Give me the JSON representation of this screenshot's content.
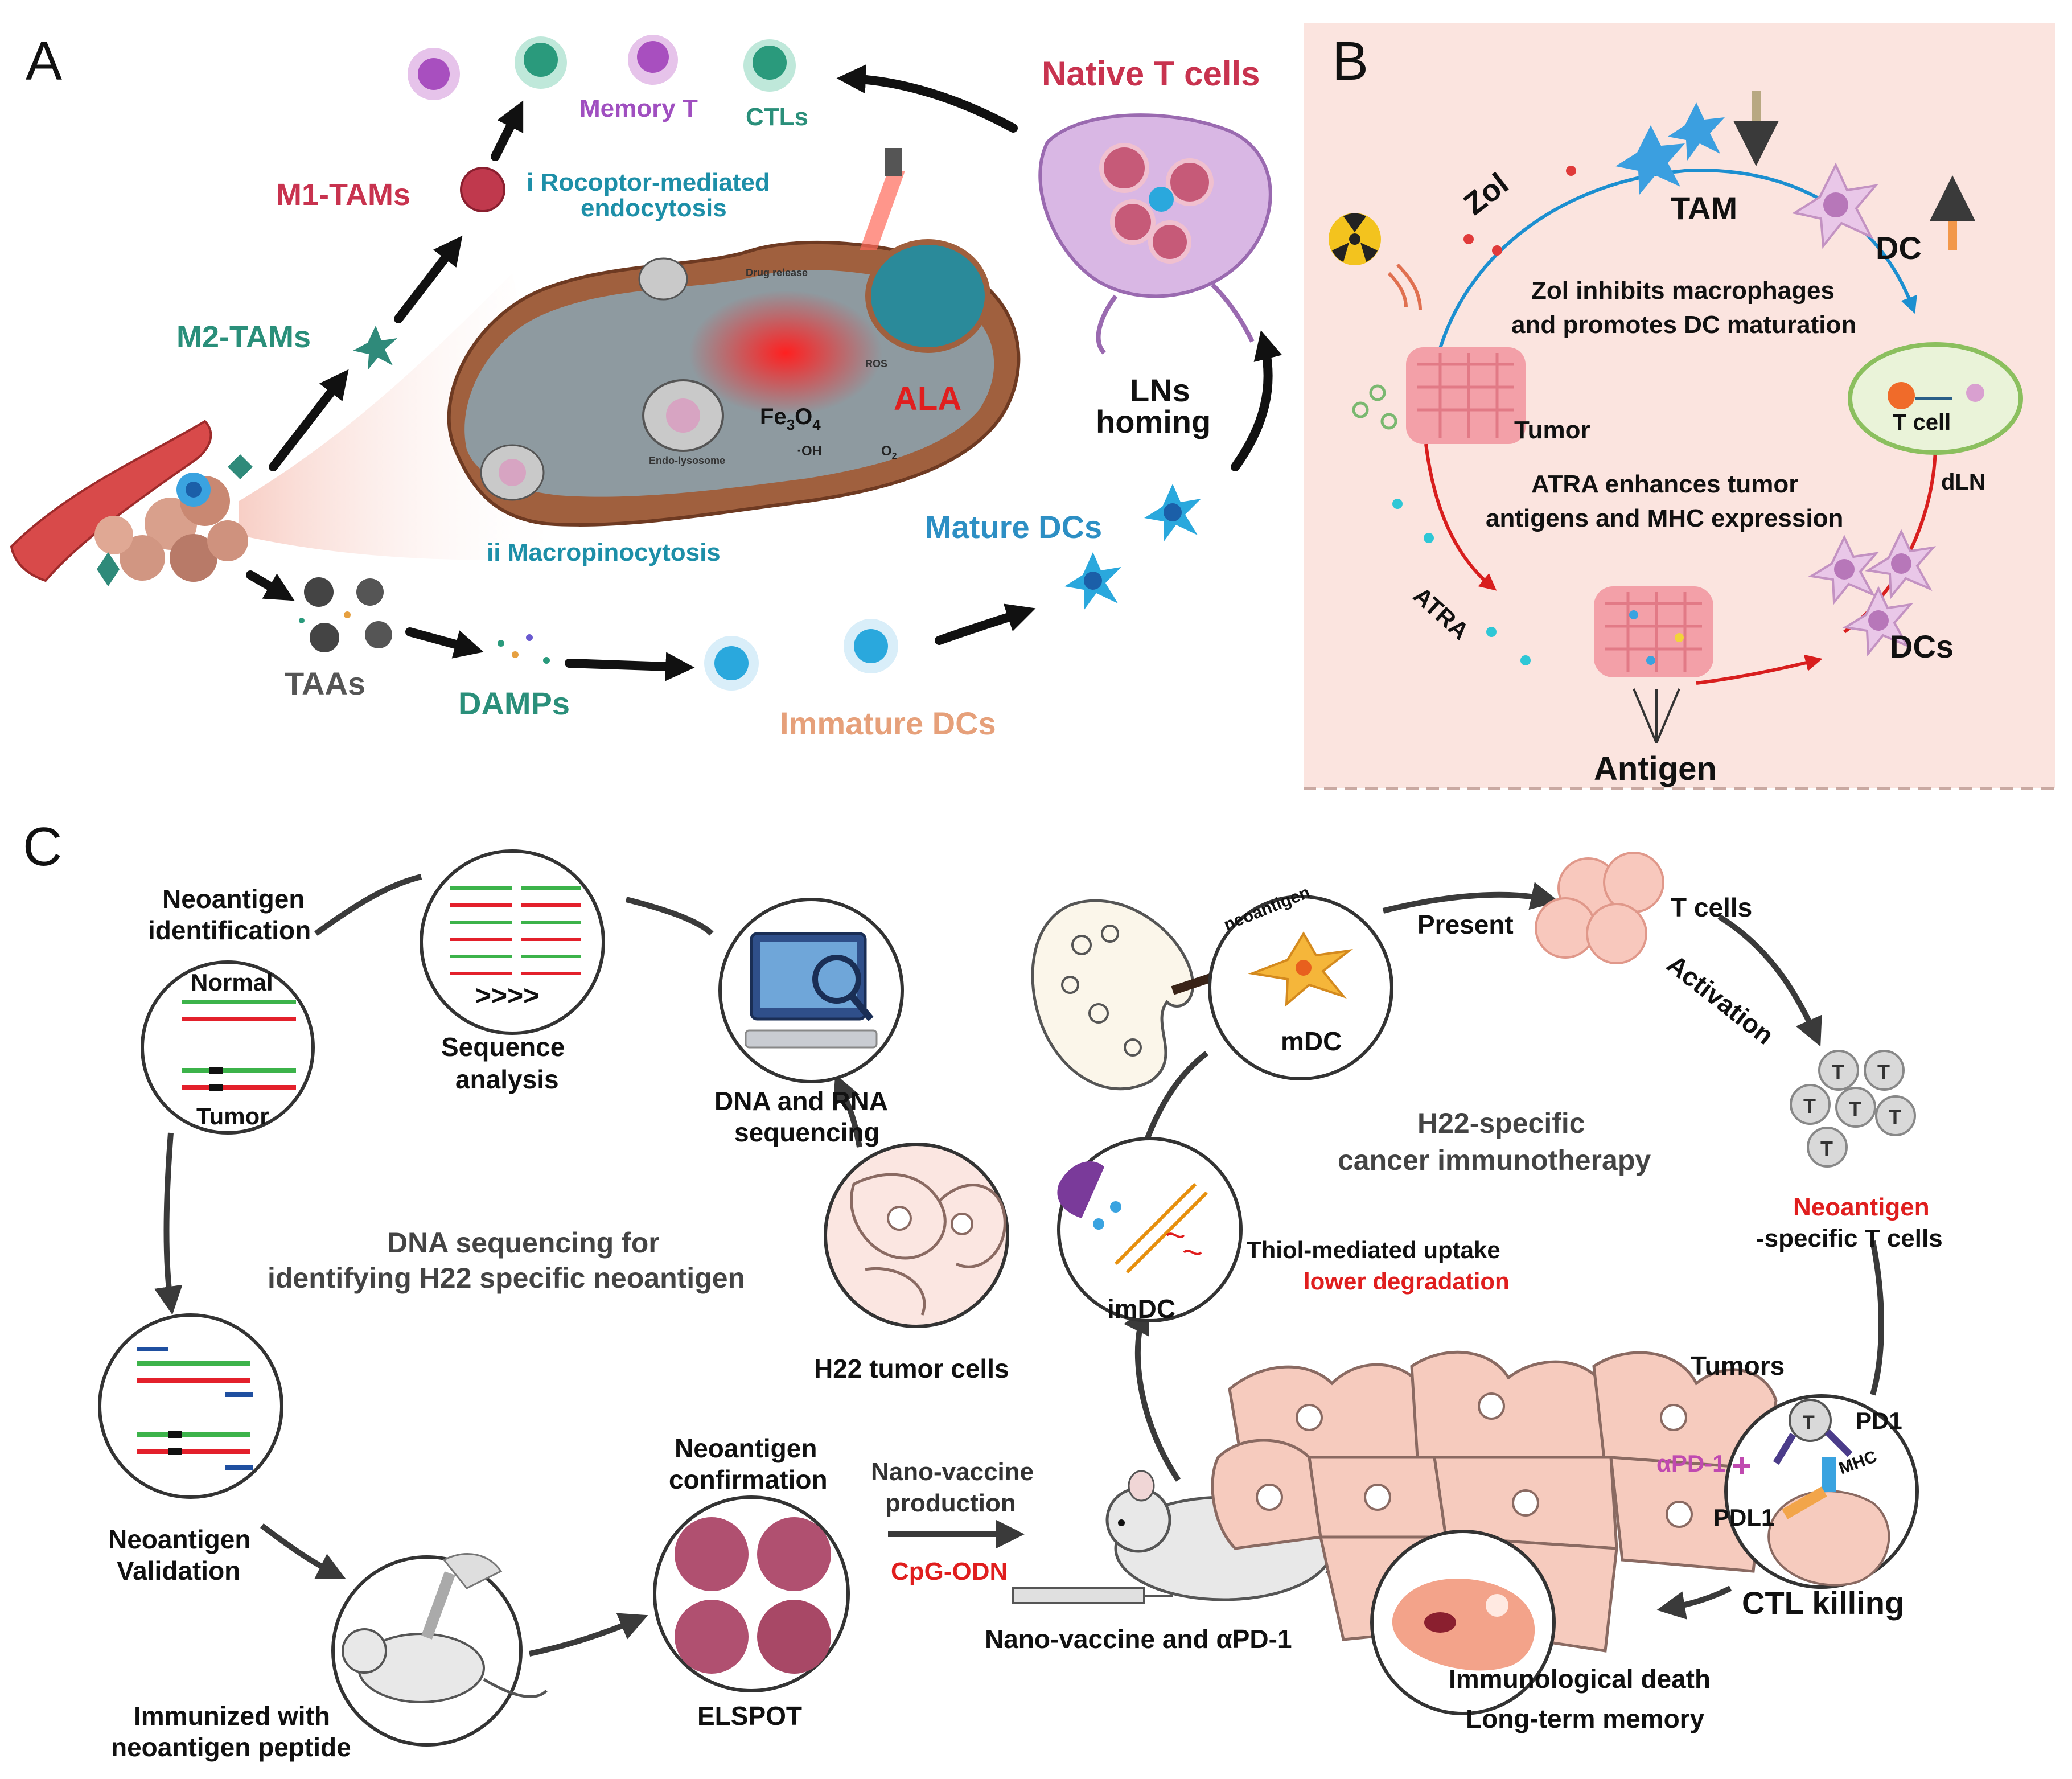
{
  "colors": {
    "crimson": "#c8334f",
    "teal": "#2a8f7a",
    "blue_label": "#2d8fc4",
    "dc_blue": "#2aa8dd",
    "purple": "#a04fc0",
    "orange": "#e6a07a",
    "red": "#e01e1e",
    "gray_text": "#555555",
    "dark": "#1a1a1a",
    "cell_pink": "#f6cbbe",
    "cell_stroke": "#8a6a62",
    "panel_b_bg": "#fbe4df",
    "line_green": "#3cb34a",
    "line_red": "#e3202b",
    "line_blue": "#1f4fa0"
  },
  "panel_a": {
    "letter": "A",
    "native_t_cells": "Native T cells",
    "memory_t": "Memory T",
    "ctls": "CTLs",
    "m1_tams": "M1-TAMs",
    "m2_tams": "M2-TAMs",
    "receptor_line1": "i Rocoptor-mediated",
    "receptor_line2": "endocytosis",
    "macropinocytosis": "ii Macropinocytosis",
    "ala": "ALA",
    "fe3o4_fe": "Fe",
    "fe3o4_sub3": "3",
    "fe3o4_o": "O",
    "fe3o4_sub4": "4",
    "oh": "·OH",
    "o2": "O",
    "o2_sub": "2",
    "drug_release": "Drug release",
    "endo_lysosome": "Endo-lysosome",
    "ros": "ROS",
    "lns_line1": "LNs",
    "lns_line2": "homing",
    "mature_dcs": "Mature DCs",
    "taas": "TAAs",
    "damps": "DAMPs",
    "immature_dcs": "Immature DCs"
  },
  "panel_b": {
    "letter": "B",
    "zol": "Zol",
    "tam": "TAM",
    "dc": "DC",
    "zol_text_line1": "Zol inhibits macrophages",
    "zol_text_line2": "and promotes DC maturation",
    "tumor": "Tumor",
    "t_cell": "T cell",
    "dln": "dLN",
    "atra_text_line1": "ATRA enhances tumor",
    "atra_text_line2": "antigens and MHC expression",
    "atra": "ATRA",
    "dcs": "DCs",
    "antigen": "Antigen"
  },
  "panel_c": {
    "letter": "C",
    "neo_id_line1": "Neoantigen",
    "neo_id_line2": "identification",
    "normal": "Normal",
    "tumor": "Tumor",
    "arrows": ">>>>",
    "seq_line1": "Sequence",
    "seq_line2": "analysis",
    "dna_rna_line1": "DNA and RNA",
    "dna_rna_line2": "sequencing",
    "h22_cells": "H22 tumor cells",
    "dna_seq_line1": "DNA sequencing for",
    "dna_seq_line2": "identifying H22 specific neoantigen",
    "validation_line1": "Neoantigen",
    "validation_line2": "Validation",
    "immunized_line1": "Immunized with",
    "immunized_line2": "neoantigen peptide",
    "confirm_line1": "Neoantigen",
    "confirm_line2": "confirmation",
    "elspot": "ELSPOT",
    "nano_line1": "Nano-vaccine",
    "nano_line2": "production",
    "cpg": "CpG-ODN",
    "nano_apd1": "Nano-vaccine and αPD-1",
    "neoantigen_small": "neoantigen",
    "mdc": "mDC",
    "present": "Present",
    "t_cells": "T cells",
    "activation": "Activation",
    "t_letter": "T",
    "h22_spec_line1": "H22-specific",
    "h22_spec_line2": "cancer immunotherapy",
    "neo_t_line1": "Neoantigen",
    "neo_t_line2": "-specific T cells",
    "thiol_line1": "Thiol-mediated uptake",
    "thiol_line2": "lower degradation",
    "imdc": "imDC",
    "tumors": "Tumors",
    "pd1": "PD1",
    "apd1": "αPD-1",
    "mhc": "MHC",
    "pdl1": "PDL1",
    "ctl_killing": "CTL killing",
    "death": "Immunological death",
    "memory": "Long-term memory"
  }
}
